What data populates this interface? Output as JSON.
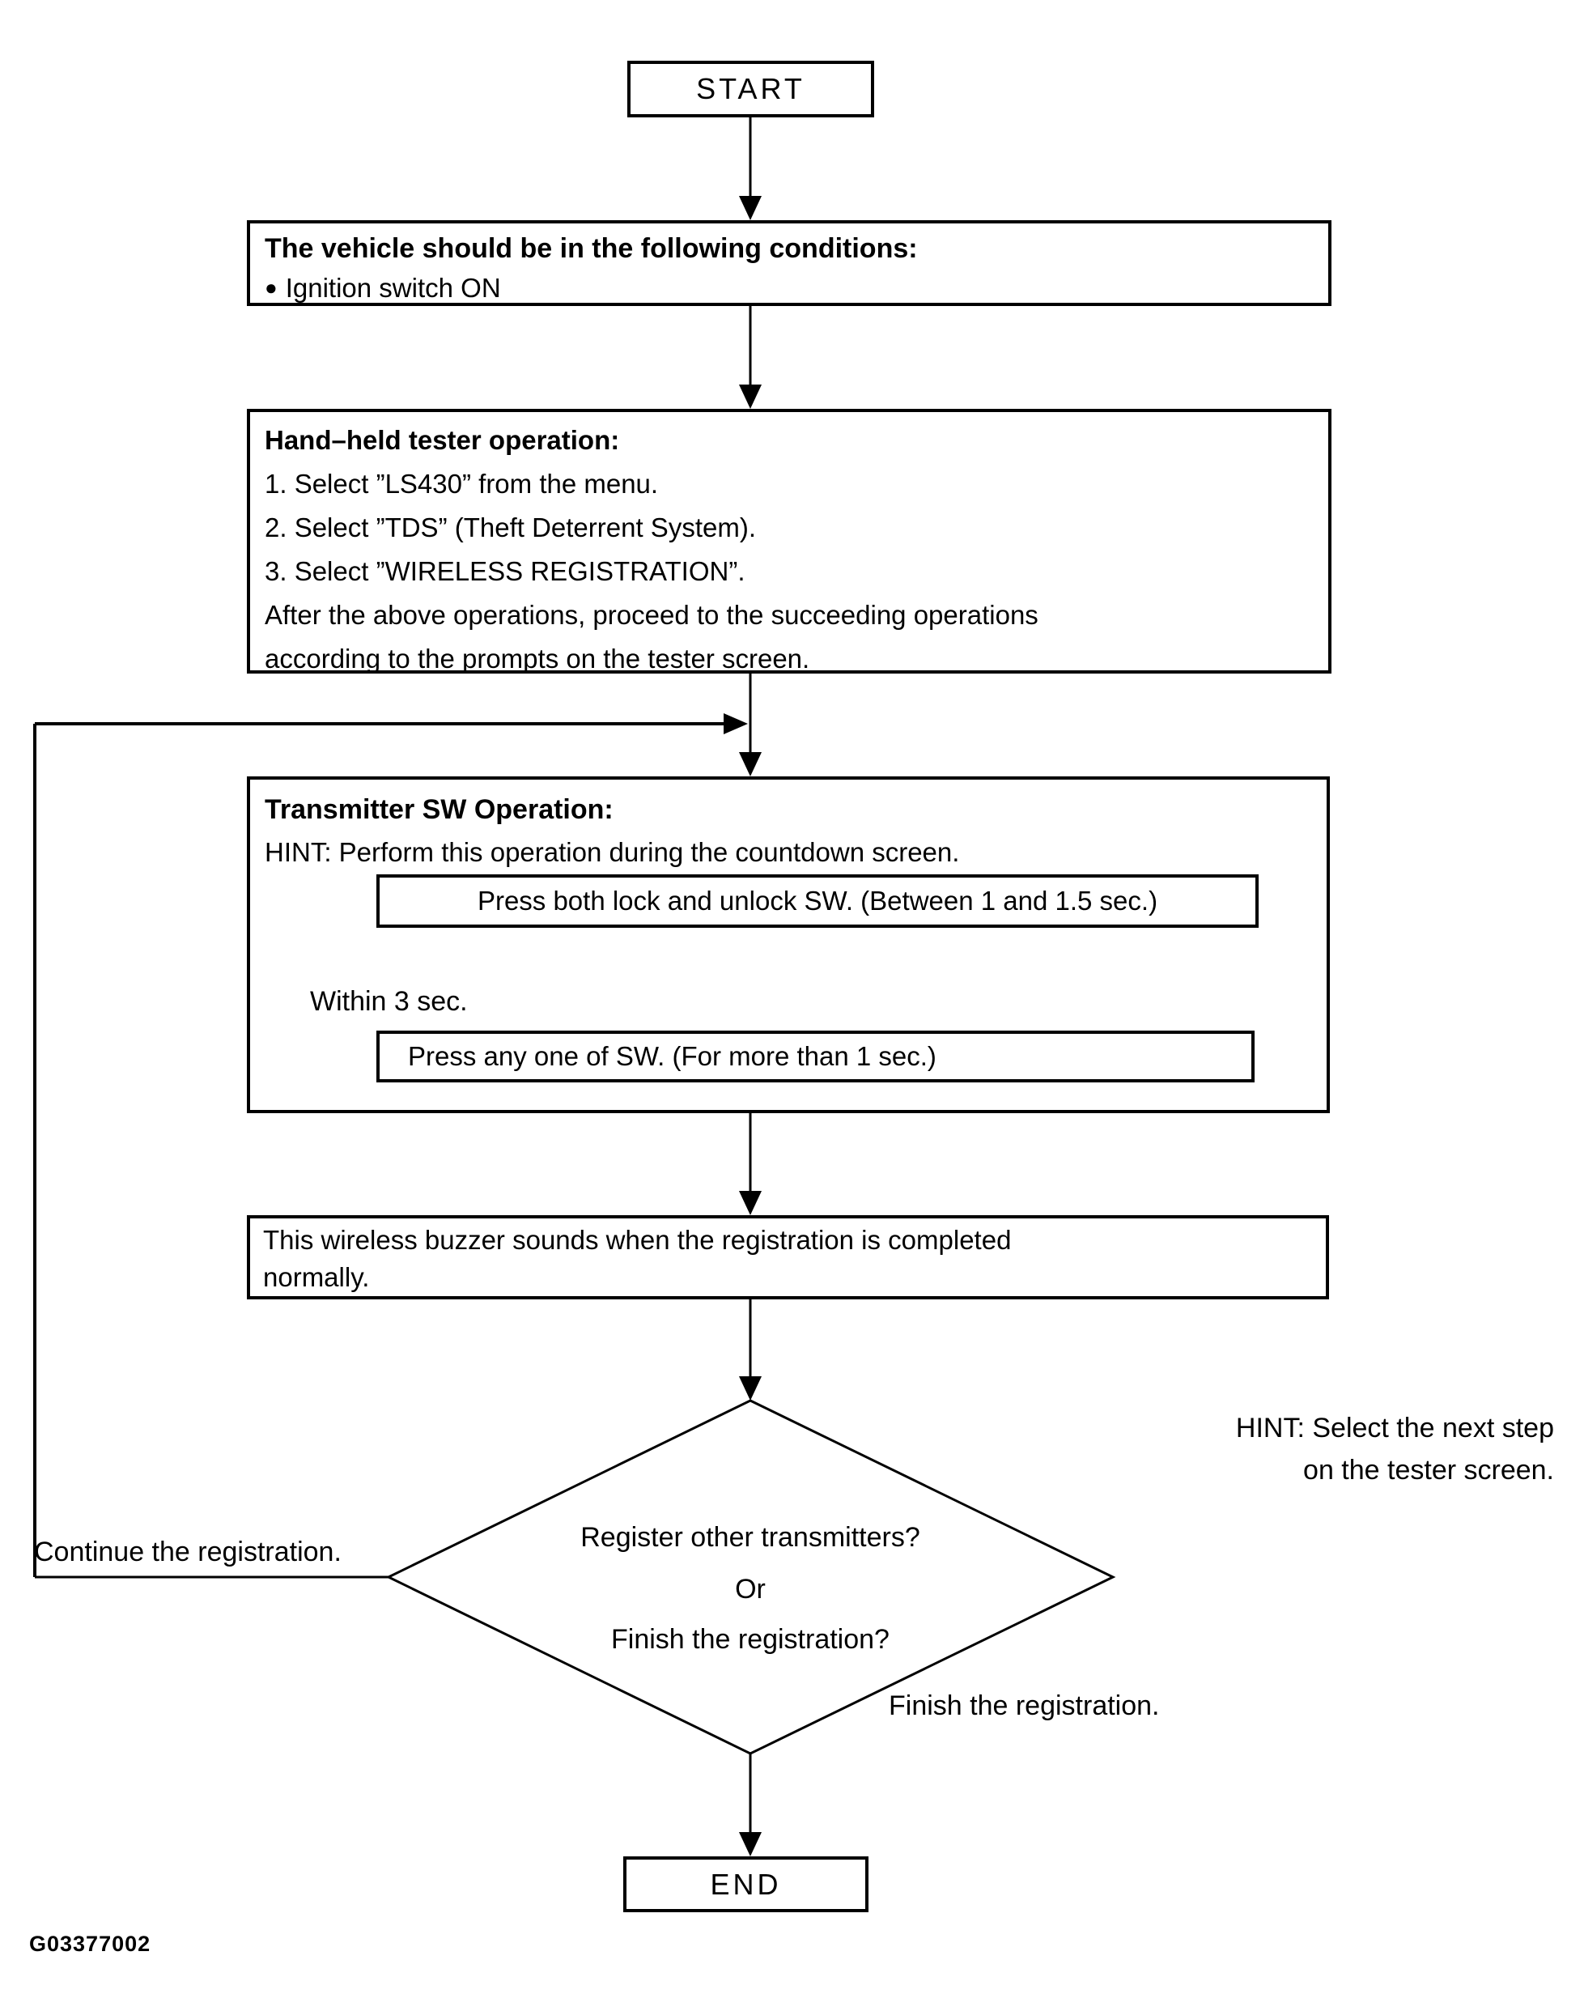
{
  "page": {
    "background": "#ffffff",
    "ink": "#000000"
  },
  "flowchart": {
    "start": {
      "label": "START"
    },
    "conditions_box": {
      "title": "The vehicle should be in the following conditions:",
      "bullet_icon": "●",
      "bullet": "Ignition switch ON"
    },
    "tester_box": {
      "title": "Hand–held tester operation:",
      "lines": [
        "1. Select ”LS430” from the menu.",
        "2. Select ”TDS” (Theft Deterrent System).",
        "3. Select ”WIRELESS REGISTRATION”.",
        "After the above operations, proceed to the succeeding operations",
        "according to the prompts on the tester screen."
      ]
    },
    "transmitter_box": {
      "title": "Transmitter SW Operation:",
      "hint": "HINT: Perform this operation during the countdown screen.",
      "step1": "Press both lock and unlock SW. (Between 1 and 1.5 sec.)",
      "interval_label": "Within 3 sec.",
      "step2": "Press any one of SW. (For more than 1 sec.)"
    },
    "buzzer_box": {
      "line1": "This wireless buzzer sounds when the registration is completed",
      "line2": "normally."
    },
    "decision": {
      "line1": "Register other transmitters?",
      "line2": "Or",
      "line3": "Finish the registration?"
    },
    "hint_right": {
      "line1": "HINT: Select the next step",
      "line2": "on the tester screen."
    },
    "loop_label": "Continue the registration.",
    "finish_label": "Finish the registration.",
    "end": {
      "label": "END"
    },
    "figure_id": "G03377002"
  }
}
